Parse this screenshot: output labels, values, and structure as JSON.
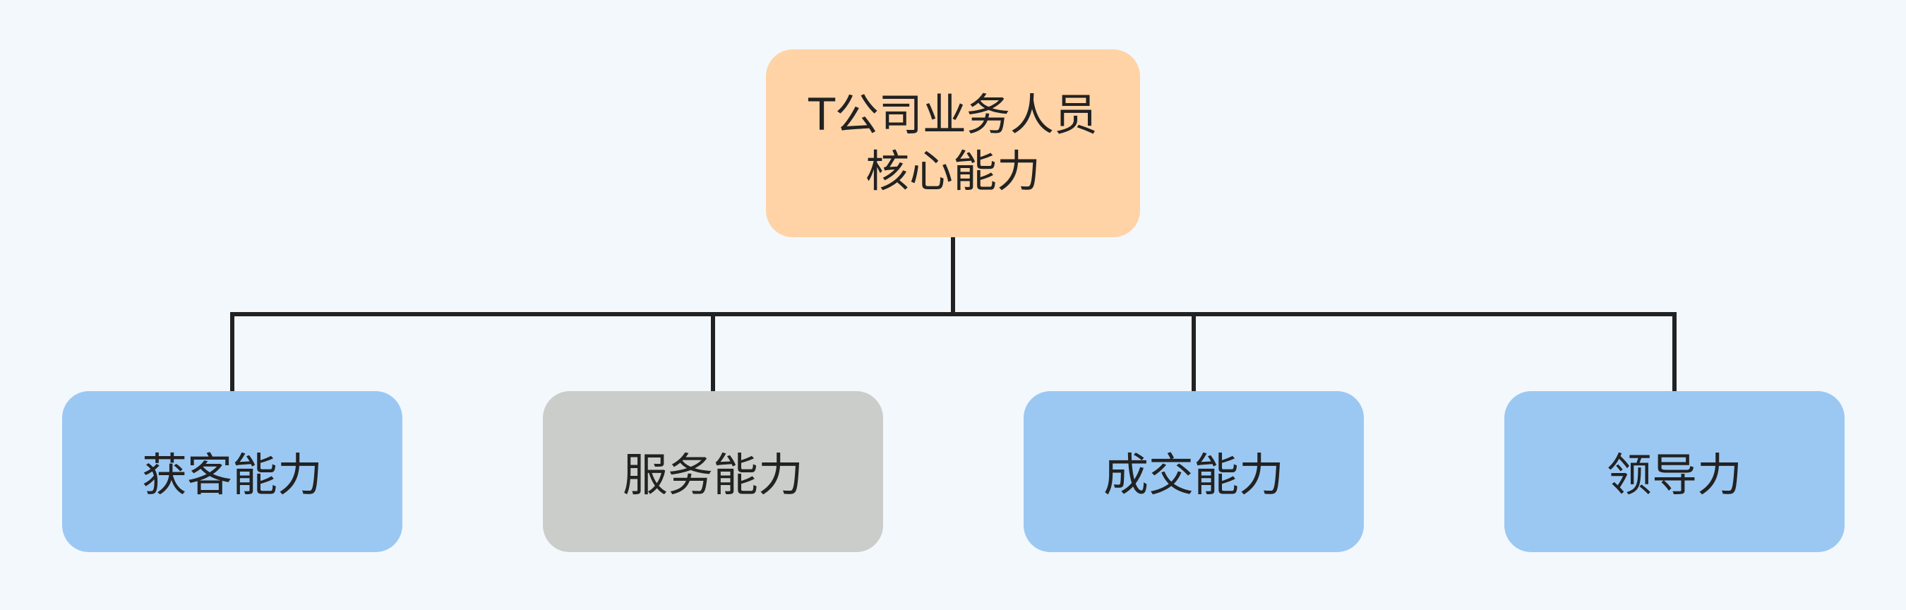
{
  "colors": {
    "background": "#f3f8fd",
    "root_fill": "#ffd3a6",
    "child_blue": "#9bc8f2",
    "child_gray": "#cbcdca",
    "connector": "#222222",
    "text": "#222222"
  },
  "root": {
    "text": "T公司业务人员核心能力",
    "fill": "#ffd3a6"
  },
  "children": [
    {
      "text": "获客能力",
      "fill": "#9bc8f2"
    },
    {
      "text": "服务能力",
      "fill": "#cbcdca"
    },
    {
      "text": "成交能力",
      "fill": "#9bc8f2"
    },
    {
      "text": "领导力",
      "fill": "#9bc8f2"
    }
  ]
}
